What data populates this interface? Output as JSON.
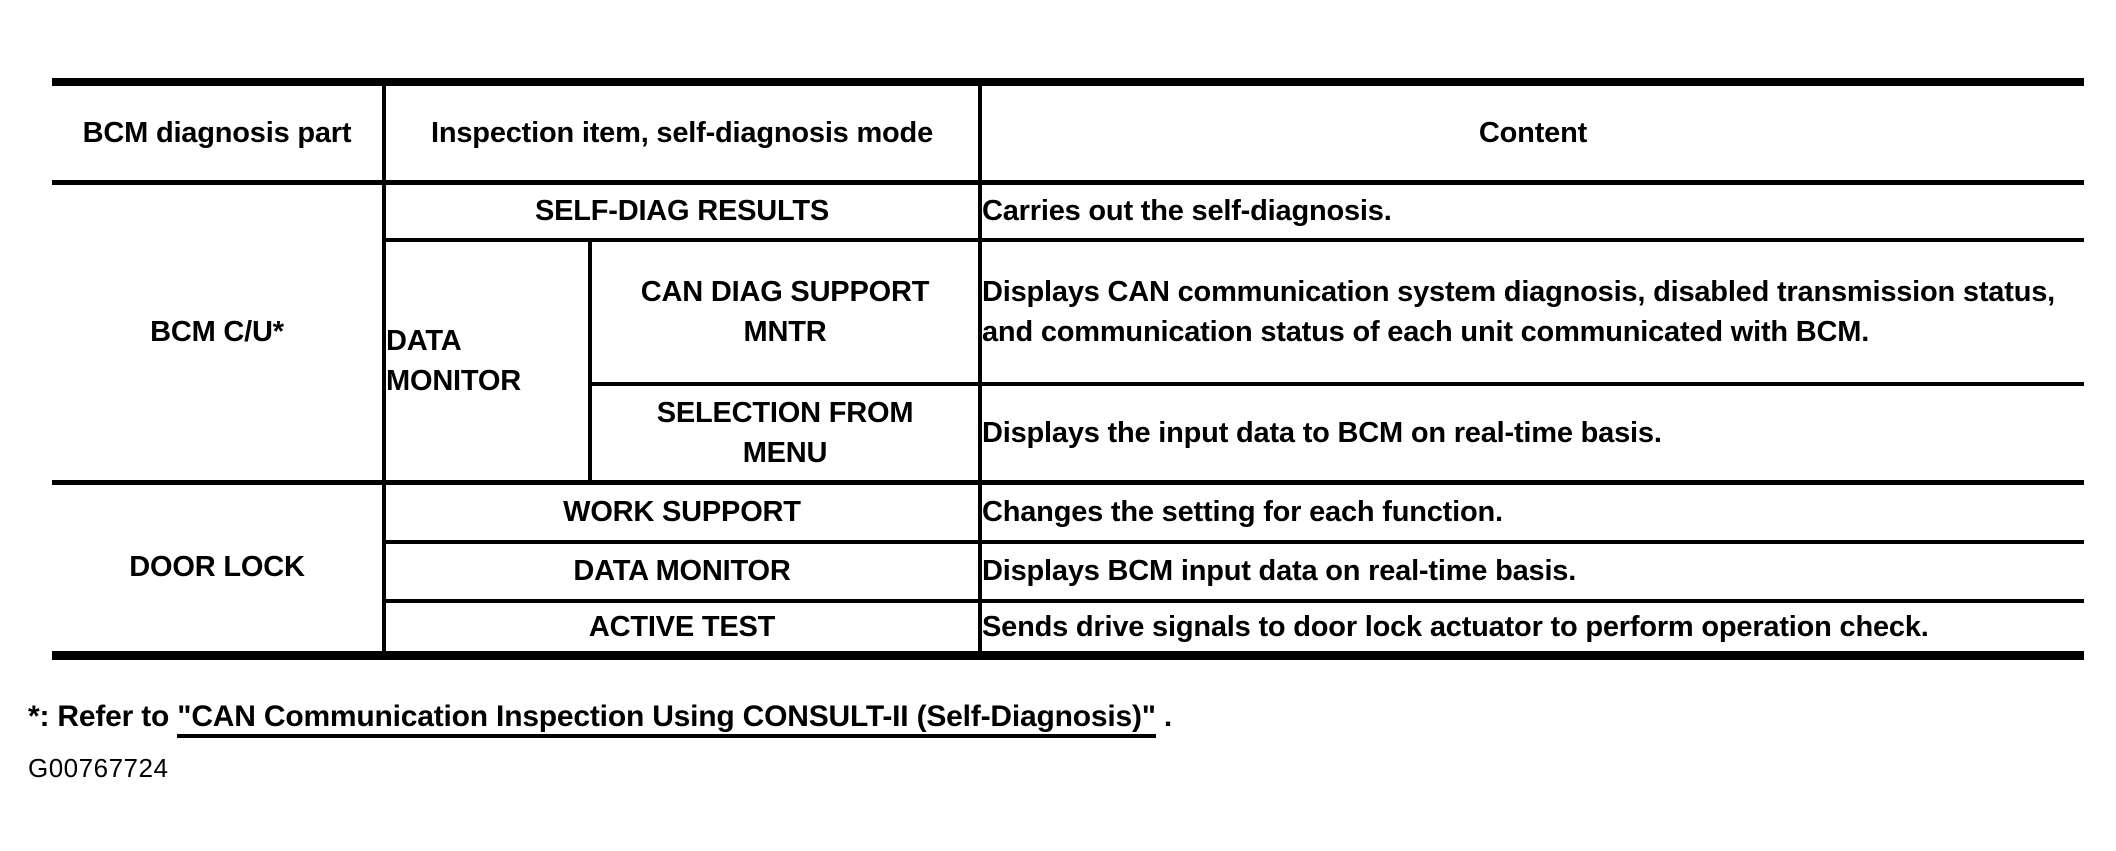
{
  "page": {
    "background": "#ffffff",
    "text_color": "#000000",
    "figure_code": "G00767724"
  },
  "table": {
    "headers": {
      "part": "BCM diagnosis part",
      "inspection": "Inspection item, self-diagnosis mode",
      "content": "Content"
    },
    "sections": [
      {
        "part": "BCM C/U*",
        "data_monitor_group": "DATA MONITOR",
        "rows": [
          {
            "mode": "SELF-DIAG RESULTS",
            "content": "Carries out the self-diagnosis."
          },
          {
            "mode": "CAN DIAG SUPPORT MNTR",
            "content": "Displays CAN communication system diagnosis, disabled transmission status, and communication status of each unit communicated with BCM."
          },
          {
            "mode": "SELECTION FROM MENU",
            "content": "Displays the input data to BCM on real-time basis."
          }
        ]
      },
      {
        "part": "DOOR LOCK",
        "rows": [
          {
            "mode": "WORK SUPPORT",
            "content": "Changes the setting for each function."
          },
          {
            "mode": "DATA MONITOR",
            "content": "Displays BCM input data on real-time basis."
          },
          {
            "mode": "ACTIVE TEST",
            "content": "Sends drive signals to door lock actuator to perform operation check."
          }
        ]
      }
    ]
  },
  "footnote": {
    "prefix": "*: Refer to ",
    "link": "\"CAN Communication Inspection Using CONSULT-II (Self-Diagnosis)\"",
    "suffix": " ."
  }
}
